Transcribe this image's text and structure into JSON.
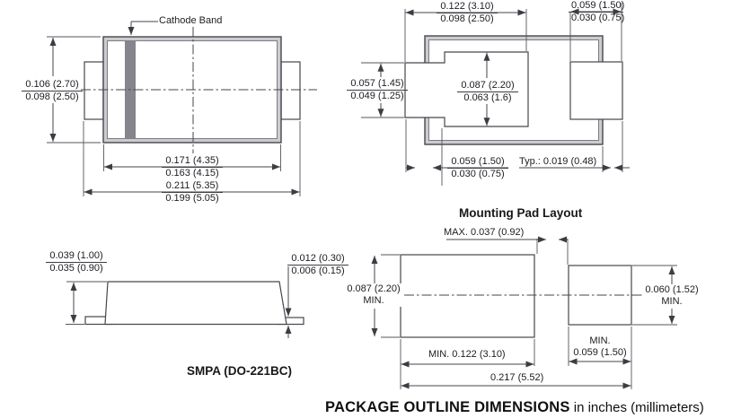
{
  "colors": {
    "line": "#46464d",
    "cathode_band": "#85858d"
  },
  "top_view": {
    "cathode_band_label": "Cathode Band",
    "height_max": "0.106 (2.70)",
    "height_min": "0.098 (2.50)",
    "body_width_max": "0.171 (4.35)",
    "body_width_min": "0.163 (4.15)",
    "overall_width_max": "0.211 (5.35)",
    "overall_width_min": "0.199 (5.05)"
  },
  "bottom_view": {
    "pad_span_max": "0.122 (3.10)",
    "pad_span_min": "0.098 (2.50)",
    "right_pad_width_max": "0.059 (1.50)",
    "right_pad_width_min": "0.030 (0.75)",
    "terminal_height_max": "0.057 (1.45)",
    "terminal_height_min": "0.049 (1.25)",
    "center_pad_height_max": "0.087 (2.20)",
    "center_pad_height_min": "0.063 (1.6)",
    "left_pad_width_max": "0.059 (1.50)",
    "left_pad_width_min": "0.030 (0.75)",
    "protrusion_typ": "Typ.: 0.019 (0.48)"
  },
  "side_view": {
    "package_label": "SMPA (DO-221BC)",
    "height_max": "0.039 (1.00)",
    "height_min": "0.035 (0.90)",
    "lead_thickness_max": "0.012 (0.30)",
    "lead_thickness_min": "0.006 (0.15)"
  },
  "pad_layout": {
    "title": "Mounting Pad Layout",
    "gap_max": "MAX. 0.037 (0.92)",
    "left_pad_height": "0.087 (2.20)",
    "left_pad_height_qual": "MIN.",
    "right_pad_height": "0.060 (1.52)",
    "right_pad_height_qual": "MIN.",
    "right_pad_width_qual": "MIN.",
    "right_pad_width": "0.059 (1.50)",
    "left_pad_width": "MIN. 0.122 (3.10)",
    "overall_width": "0.217 (5.52)"
  },
  "caption": {
    "bold": "PACKAGE OUTLINE DIMENSIONS",
    "rest": " in inches (millimeters)"
  }
}
